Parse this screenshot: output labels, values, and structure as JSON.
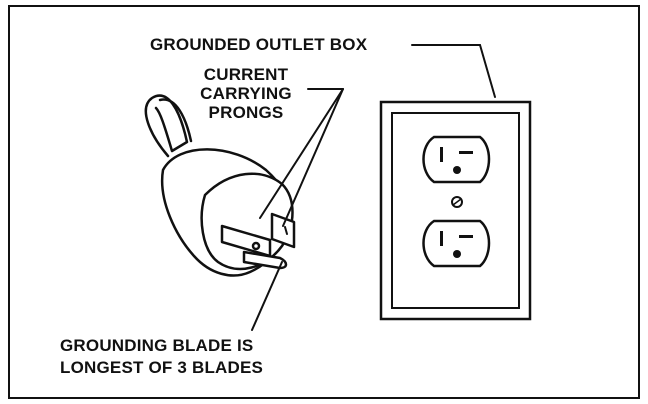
{
  "labels": {
    "outlet_box": "GROUNDED OUTLET BOX",
    "prongs_line1": "CURRENT",
    "prongs_line2": "CARRYING",
    "prongs_line3": "PRONGS",
    "ground_line1": "GROUNDING BLADE IS",
    "ground_line2": "LONGEST OF 3 BLADES"
  },
  "colors": {
    "ink": "#111111",
    "background": "#ffffff"
  }
}
